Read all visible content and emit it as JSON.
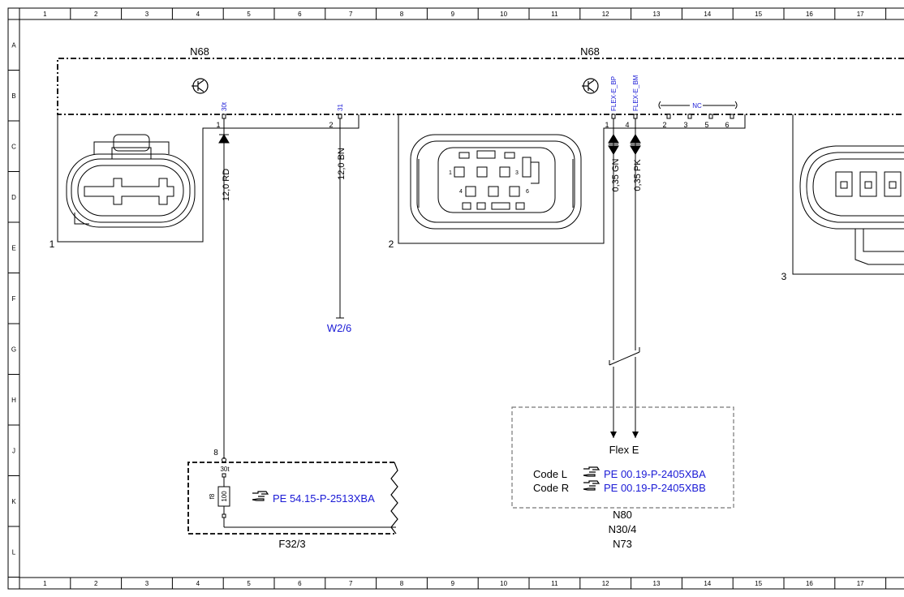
{
  "frame": {
    "columns": [
      "1",
      "2",
      "3",
      "4",
      "5",
      "6",
      "7",
      "8",
      "9",
      "10",
      "11",
      "12",
      "13",
      "14",
      "15",
      "16",
      "17"
    ],
    "rows": [
      "A",
      "B",
      "C",
      "D",
      "E",
      "F",
      "G",
      "H",
      "J",
      "K",
      "L"
    ]
  },
  "modules": [
    {
      "label": "N68"
    },
    {
      "label": "N68"
    }
  ],
  "connectors": [
    {
      "number": "1"
    },
    {
      "number": "2"
    },
    {
      "number": "3"
    }
  ],
  "connector2_pins": [
    "1",
    "2",
    "3",
    "4",
    "5",
    "6"
  ],
  "module_terminals": {
    "t30": "30t",
    "t31": "31",
    "flex_bp": "FLEX-E_BP",
    "flex_bm": "FLEX-E_BM",
    "nc": "NC"
  },
  "pins": {
    "p1": "1",
    "p2": "2",
    "p1b": "1",
    "p4": "4",
    "nc": [
      "2",
      "3",
      "5",
      "6"
    ]
  },
  "wires": {
    "w1": "12,0 RD",
    "w2": "12,0 BN",
    "w3": "0,35 GN",
    "w4": "0,35 PK"
  },
  "refs": {
    "ground": "W2/6",
    "fuse_pin": "8",
    "fuse_term": "30t",
    "fuse_name": "f8",
    "fuse_value": "100",
    "fuse_link": "PE 54.15-P-2513XBA",
    "fuse_box": "F32/3"
  },
  "flex_box": {
    "title": "Flex E",
    "code_l": "Code L",
    "code_r": "Code R",
    "link_l": "PE 00.19-P-2405XBA",
    "link_r": "PE 00.19-P-2405XBB",
    "targets": [
      "N80",
      "N30/4",
      "N73"
    ]
  },
  "colors": {
    "line": "#000000",
    "link": "#1a1ad6",
    "dashed_box": "#777777"
  }
}
